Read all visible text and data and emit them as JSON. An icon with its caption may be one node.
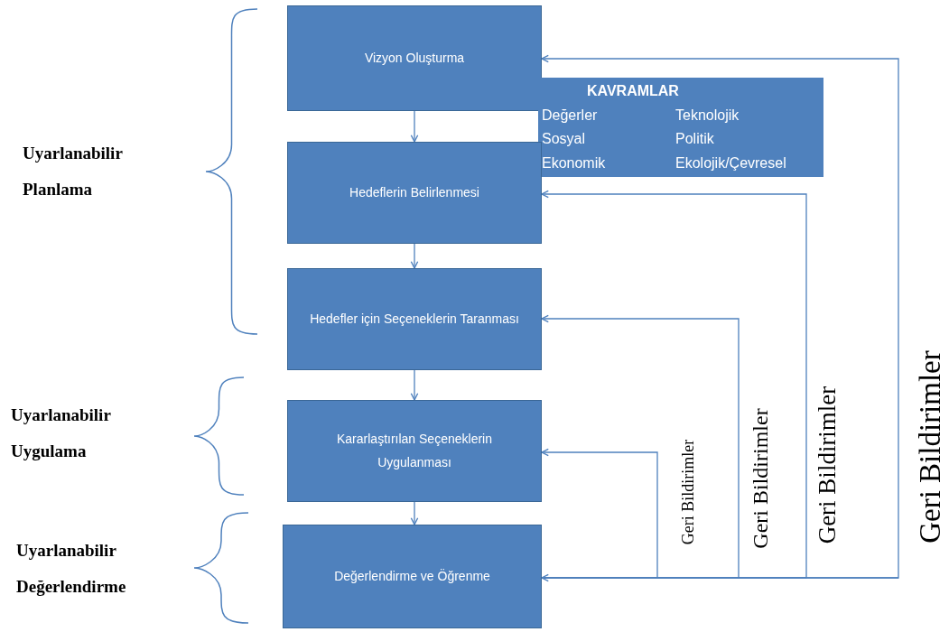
{
  "diagram": {
    "nodes": [
      {
        "text": [
          "Vizyon Oluşturma"
        ]
      },
      {
        "text": [
          "KAVRAMLAR",
          "Değerler",
          "Teknolojik",
          "Sosyal",
          "Politik",
          "Ekonomik",
          "Ekolojik/Çevresel"
        ]
      },
      {
        "text": [
          "Hedeflerin Belirlenmesi"
        ]
      },
      {
        "text": [
          "Hedefler için Seçeneklerin Taranması"
        ]
      },
      {
        "text": [
          "Kararlaştırılan Seçeneklerin Uygulanması"
        ]
      },
      {
        "text": [
          "Değerlendirme ve Öğrenme"
        ]
      }
    ],
    "edges": [
      {
        "from": 0,
        "to": 2,
        "arrow": "to"
      },
      {
        "from": 2,
        "to": 3,
        "arrow": "to"
      },
      {
        "from": 3,
        "to": 4,
        "arrow": "to"
      },
      {
        "from": 4,
        "to": 5,
        "arrow": "to"
      },
      {
        "from": 5,
        "to": 4,
        "arrow": "to",
        "label": "Geri Bildirimler"
      },
      {
        "from": 5,
        "to": 3,
        "arrow": "to",
        "label": "Geri Bildirimler"
      },
      {
        "from": 5,
        "to": 2,
        "arrow": "to",
        "label": "Geri Bildirimler"
      },
      {
        "from": 5,
        "to": 0,
        "arrow": "to",
        "label": "Geri Bildirimler"
      },
      {
        "from": null,
        "to": 5,
        "arrow": "to"
      }
    ],
    "labels": [
      "Uyarlanabilir Planlama",
      "Uyarlanabilir Uygulama",
      "Uyarlanabilir Değerlendirme"
    ]
  }
}
